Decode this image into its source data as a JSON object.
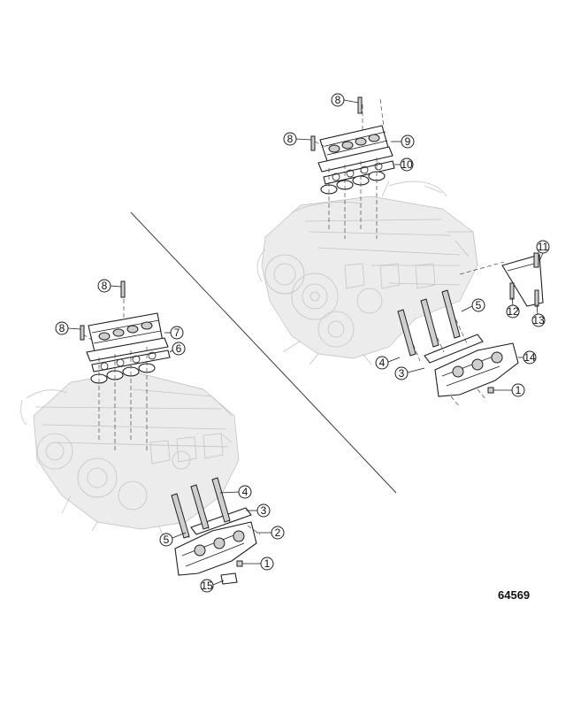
{
  "figure_number": "64569",
  "callouts_upper": [
    "8",
    "8",
    "9",
    "10",
    "11",
    "12",
    "13",
    "14",
    "5",
    "4",
    "3",
    "1"
  ],
  "callouts_lower": [
    "8",
    "8",
    "7",
    "6",
    "4",
    "3",
    "2",
    "5",
    "1",
    "15"
  ]
}
